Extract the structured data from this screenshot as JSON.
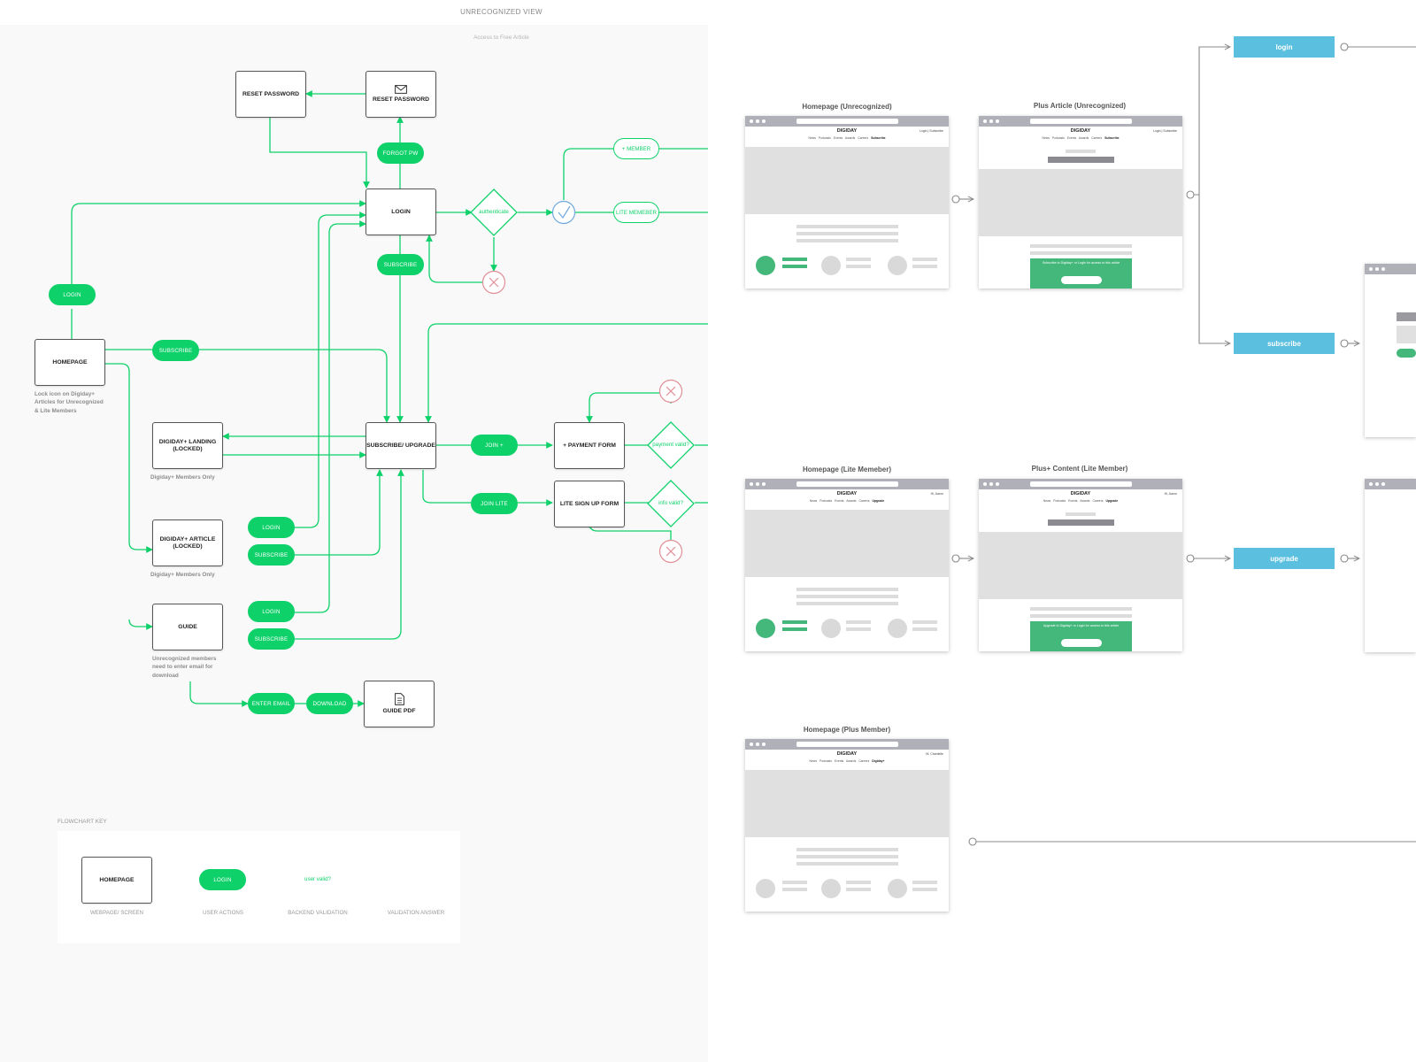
{
  "header": {
    "view_title": "UNRECOGNIZED VIEW",
    "subtitle": "Access to Free Article"
  },
  "flow": {
    "boxes": {
      "reset_left": "RESET PASSWORD",
      "reset_right": "RESET PASSWORD",
      "login": "LOGIN",
      "homepage": "HOMEPAGE",
      "landing": "DIGIDAY+ LANDING (LOCKED)",
      "article": "DIGIDAY+ ARTICLE (LOCKED)",
      "guide": "GUIDE",
      "subscribe_upgrade": "SUBSCRIBE/ UPGRADE",
      "payment": "+ PAYMENT FORM",
      "lite_form": "LITE SIGN UP FORM",
      "guide_pdf": "GUIDE PDF"
    },
    "pills": {
      "forgot": "FORGOT PW",
      "subscribe_login": "SUBSCRIBE",
      "login_home": "LOGIN",
      "subscribe_home": "SUBSCRIBE",
      "join_plus": "JOIN +",
      "join_lite": "JOIN LITE",
      "login_article": "LOGIN",
      "subscribe_article": "SUBSCRIBE",
      "login_guide": "LOGIN",
      "subscribe_guide": "SUBSCRIBE",
      "enter_email": "ENTER EMAIL",
      "download": "DOWNLOAD"
    },
    "answers": {
      "member": "+ MEMBER",
      "lite_member": "LITE MEMEBER"
    },
    "diamonds": {
      "authenticate": "authenticate",
      "payment_valid": "payment valid?",
      "info_valid": "info valid?"
    },
    "notes": {
      "homepage": "Lock icon on Digiday+ Articles for Unrecognized & Lite Members",
      "landing": "Digiday+ Members Only",
      "article": "Digiday+ Members Only",
      "guide": "Unrecognized members need to enter email for download"
    }
  },
  "key": {
    "title": "FLOWCHART KEY",
    "box_label": "HOMEPAGE",
    "pill_label": "LOGIN",
    "diamond_label": "user valid?",
    "captions": [
      "WEBPAGE/ SCREEN",
      "USER ACTIONS",
      "BACKEND VALIDATION",
      "VALIDATION ANSWER"
    ]
  },
  "screens": {
    "labels": {
      "home_unrec": "Homepage (Unrecognized)",
      "plus_unrec": "Plus Article (Unrecognized)",
      "home_lite": "Homepage (Lite Memeber)",
      "plus_lite": "Plus+ Content (Lite Member)",
      "home_plus": "Homepage (Plus Member)"
    },
    "logo": "DIGIDAY",
    "nav_items": [
      "News",
      "Podcasts",
      "Events",
      "Awards",
      "Careers"
    ],
    "nav_subscribe": "Subscribe",
    "nav_upgrade": "Upgrade",
    "nav_plus": "Digiday+",
    "account_unrec": "Login | Subscribe",
    "account_lite": "Hi, Aaron",
    "account_plus": "Hi, Chantelle",
    "cta_unrec": "Subscribe to Digiday+ or Login for access to this article",
    "cta_lite": "Upgrade to Digiday+ or Login for access to this article"
  },
  "actions": {
    "login": "login",
    "subscribe": "subscribe",
    "upgrade": "upgrade"
  }
}
